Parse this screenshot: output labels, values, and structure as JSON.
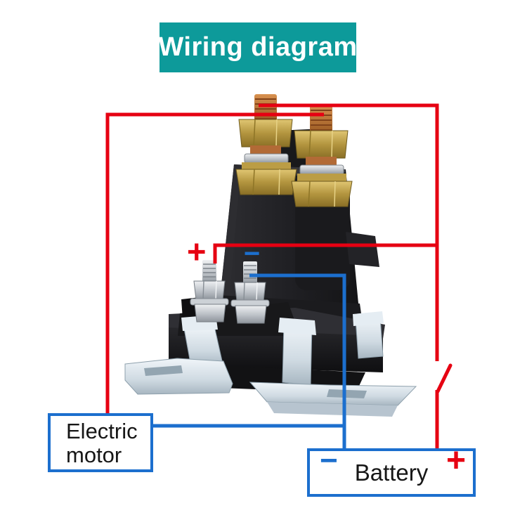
{
  "banner": {
    "title": "Wiring diagram"
  },
  "labels": {
    "coil_plus": "+",
    "coil_minus": "−",
    "electric_motor": "Electric motor",
    "battery": "Battery",
    "battery_minus": "−",
    "battery_plus": "+"
  },
  "colors": {
    "banner_bg": "#0d9a9a",
    "banner_text": "#ffffff",
    "wire_red": "#e60012",
    "wire_blue": "#1c6fce",
    "label_text": "#161616",
    "page_bg": "#ffffff"
  }
}
